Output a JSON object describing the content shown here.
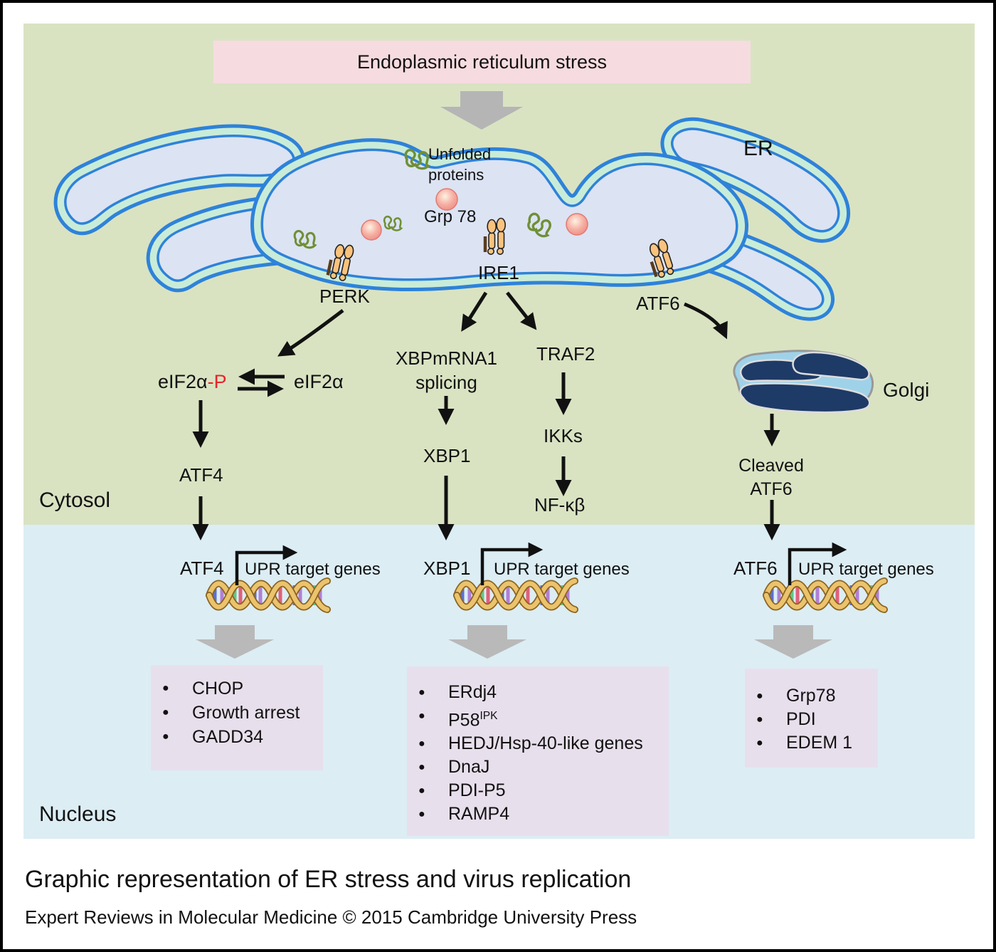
{
  "banner": {
    "title": "Endoplasmic reticulum stress"
  },
  "organelles": {
    "er": "ER",
    "golgi": "Golgi",
    "unfolded_line1": "Unfolded",
    "unfolded_line2": "proteins",
    "grp78": "Grp 78"
  },
  "receptors": {
    "perk": "PERK",
    "ire1": "IRE1",
    "atf6": "ATF6"
  },
  "compartments": {
    "cytosol": "Cytosol",
    "nucleus": "Nucleus"
  },
  "perk_pathway": {
    "eif2ap_base": "eIF2α",
    "eif2ap_suffix": "-P",
    "eif2a": "eIF2α",
    "atf4": "ATF4"
  },
  "ire1_pathway": {
    "splicing_line1": "XBPmRNA1",
    "splicing_line2": "splicing",
    "xbp1": "XBP1",
    "traf2": "TRAF2",
    "ikks": "IKKs",
    "nfkb": "NF-κβ"
  },
  "atf6_pathway": {
    "cleaved_line1": "Cleaved",
    "cleaved_line2": "ATF6"
  },
  "nucleus_row": {
    "atf4_tf": "ATF4",
    "atf4_genes": "UPR target genes",
    "xbp1_tf": "XBP1",
    "xbp1_genes": "UPR target genes",
    "atf6_tf": "ATF6",
    "atf6_genes": "UPR target genes"
  },
  "boxes": {
    "box1_items": [
      "CHOP",
      "Growth arrest",
      "GADD34"
    ],
    "box2_items": [
      "ERdj4",
      "P58",
      "HEDJ/Hsp-40-like genes",
      "DnaJ",
      "PDI-P5",
      "RAMP4"
    ],
    "box2_p58_sup": "IPK",
    "box3_items": [
      "Grp78",
      "PDI",
      "EDEM 1"
    ]
  },
  "caption": {
    "title": "Graphic representation of ER stress and virus replication",
    "credit": "Expert Reviews in Molecular Medicine © 2015 Cambridge University Press"
  },
  "colors": {
    "cytosol_bg": "#d9e3c2",
    "nucleus_bg": "#dcedf4",
    "banner_bg": "#f6dce0",
    "result_box_bg": "#e8dfec",
    "membrane_blue": "#2e82d9",
    "membrane_band_mint": "#c9ecd8",
    "er_lumen": "#dce3f3",
    "golgi_navy": "#1e3a66",
    "golgi_light_blue": "#9fd2e8",
    "grp78_ball_pink": "#ef8f88",
    "unfolded_protein_green": "#6f8f35",
    "receptor_orange": "#f9c37d",
    "block_arrow_gray": "#b9b9b9",
    "phospho_red": "#e8232a"
  }
}
